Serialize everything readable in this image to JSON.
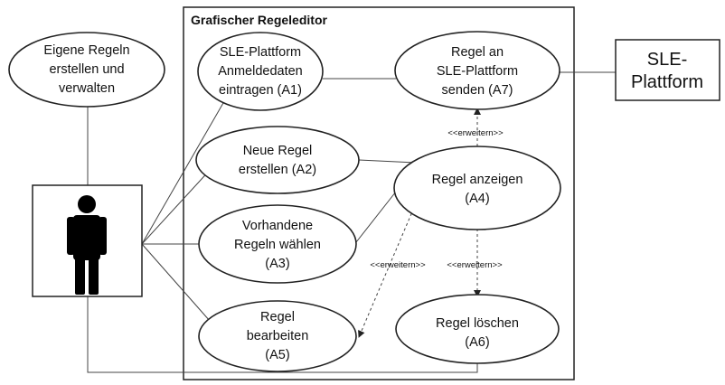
{
  "system": {
    "title": "Grafischer Regeleditor"
  },
  "actor_goal": {
    "lines": [
      "Eigene Regeln",
      "erstellen und",
      "verwalten"
    ]
  },
  "external": {
    "lines": [
      "SLE-",
      "Plattform"
    ]
  },
  "use_cases": {
    "a1": {
      "lines": [
        "SLE-Plattform",
        "Anmeldedaten",
        "eintragen (A1)"
      ]
    },
    "a7": {
      "lines": [
        "Regel an",
        "SLE-Plattform",
        "senden (A7)"
      ]
    },
    "a2": {
      "lines": [
        "Neue Regel",
        "erstellen (A2)"
      ]
    },
    "a4": {
      "lines": [
        "Regel anzeigen",
        "(A4)"
      ]
    },
    "a3": {
      "lines": [
        "Vorhandene",
        "Regeln wählen",
        "(A3)"
      ]
    },
    "a5": {
      "lines": [
        "Regel",
        "bearbeiten",
        "(A5)"
      ]
    },
    "a6": {
      "lines": [
        "Regel löschen",
        "(A6)"
      ]
    }
  },
  "relations": {
    "extend_a7": "<<erweitern>>",
    "extend_a5": "<<erweitern>>",
    "extend_a6": "<<erweitern>>"
  }
}
